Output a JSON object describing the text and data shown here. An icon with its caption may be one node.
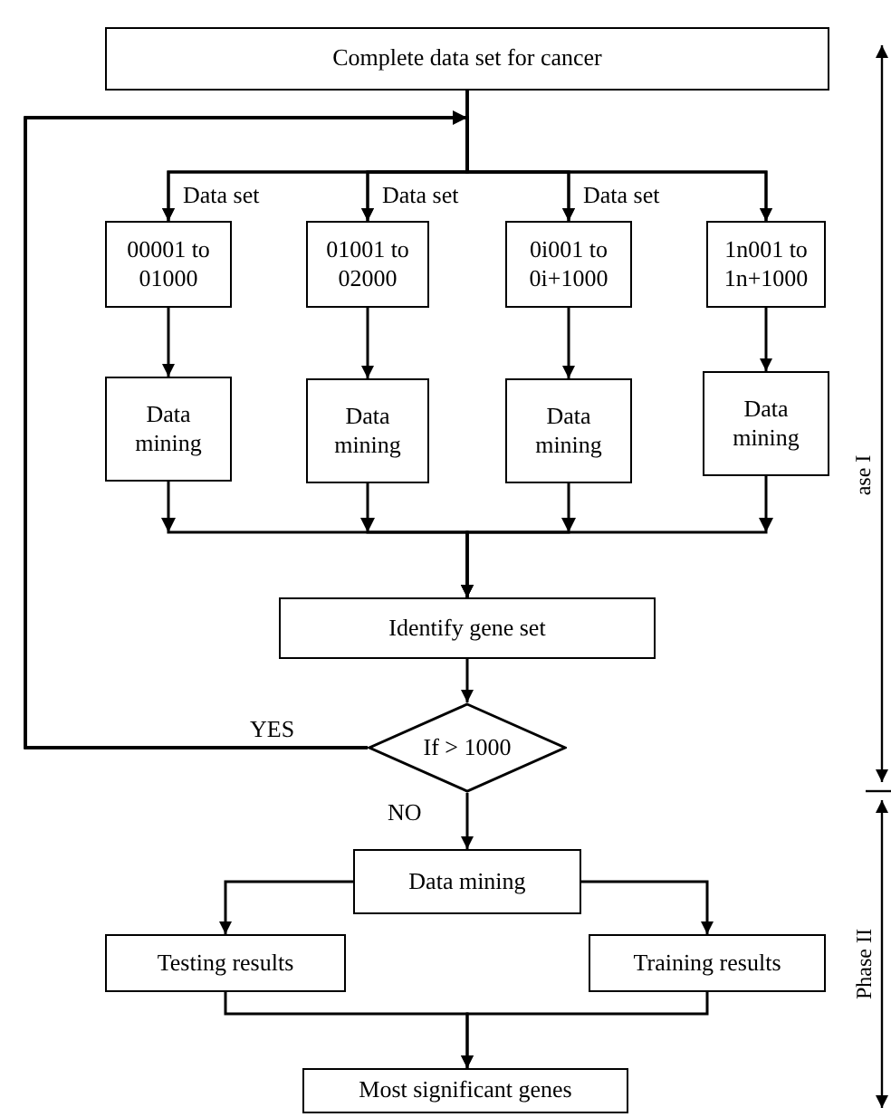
{
  "diagram": {
    "nodes": [
      {
        "text": [
          "Complete data set for cancer"
        ]
      },
      {
        "text": [
          "00001 to 01000"
        ]
      },
      {
        "text": [
          "01001 to 02000"
        ]
      },
      {
        "text": [
          "0i001 to 0i+1000"
        ]
      },
      {
        "text": [
          "1n001 to 1n+1000"
        ]
      },
      {
        "text": [
          "Data mining"
        ]
      },
      {
        "text": [
          "Data mining"
        ]
      },
      {
        "text": [
          "Data mining"
        ]
      },
      {
        "text": [
          "Data mining"
        ]
      },
      {
        "text": [
          "Identify gene set"
        ]
      },
      {
        "text": [
          "If > 1000"
        ]
      },
      {
        "text": [
          "Data mining"
        ]
      },
      {
        "text": [
          "Testing results"
        ]
      },
      {
        "text": [
          "Training results"
        ]
      },
      {
        "text": [
          "Most significant genes"
        ]
      }
    ],
    "edges": [
      {
        "from": 0,
        "to": 1,
        "arrow": "to",
        "label": "Data set"
      },
      {
        "from": 0,
        "to": 2,
        "arrow": "to",
        "label": "Data set"
      },
      {
        "from": 0,
        "to": 3,
        "arrow": "to",
        "label": "Data set"
      },
      {
        "from": 0,
        "to": 4,
        "arrow": "to"
      },
      {
        "from": 10,
        "to": 1,
        "arrow": "to",
        "label": "YES"
      },
      {
        "from": 10,
        "to": 2,
        "arrow": "to"
      },
      {
        "from": 10,
        "to": 3,
        "arrow": "to"
      },
      {
        "from": 10,
        "to": 4,
        "arrow": "to"
      },
      {
        "from": 1,
        "to": 5,
        "arrow": "to"
      },
      {
        "from": 2,
        "to": 6,
        "arrow": "to"
      },
      {
        "from": 3,
        "to": 7,
        "arrow": "to"
      },
      {
        "from": 4,
        "to": 8,
        "arrow": "to"
      },
      {
        "from": 5,
        "to": 9,
        "arrow": "to"
      },
      {
        "from": 6,
        "to": 9,
        "arrow": "to"
      },
      {
        "from": 7,
        "to": 9,
        "arrow": "to"
      },
      {
        "from": 8,
        "to": 9,
        "arrow": "to"
      },
      {
        "from": 9,
        "to": 10,
        "arrow": "to"
      },
      {
        "from": 10,
        "to": 11,
        "arrow": "to",
        "label": "NO"
      },
      {
        "from": 11,
        "to": 12,
        "arrow": "to"
      },
      {
        "from": 11,
        "to": 13,
        "arrow": "to"
      },
      {
        "from": 12,
        "to": 14,
        "arrow": "to"
      },
      {
        "from": 13,
        "to": 14,
        "arrow": "to"
      }
    ],
    "labels": [
      "ase I",
      "Phase II"
    ]
  }
}
